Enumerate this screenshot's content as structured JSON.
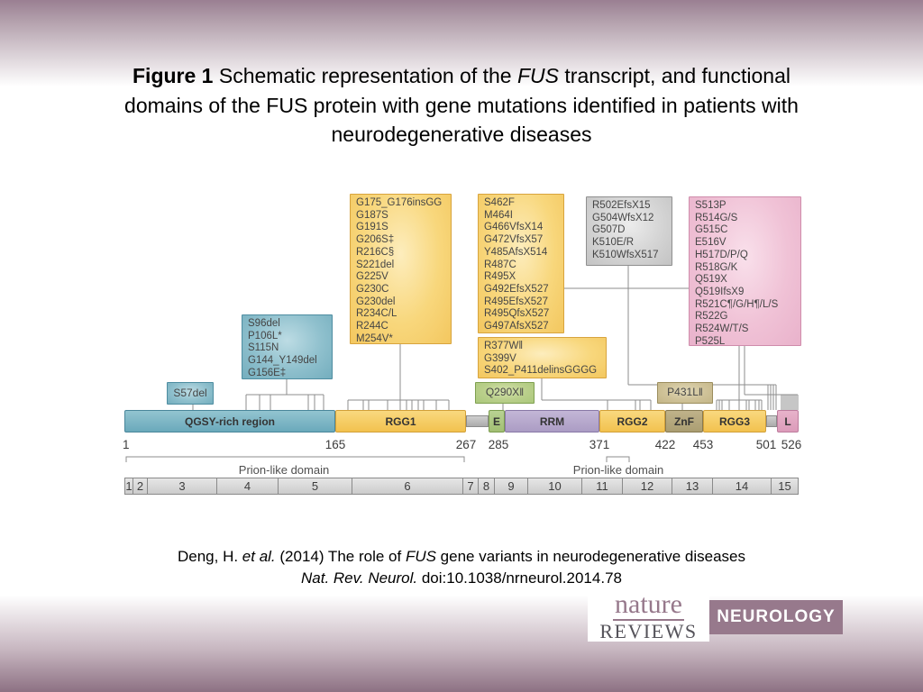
{
  "title": {
    "bold": "Figure 1",
    "t1": " Schematic representation of the ",
    "i1": "FUS",
    "t2": " transcript, and functional domains of the FUS protein with gene mutations identified in patients with neurodegenerative diseases"
  },
  "figure": {
    "callouts": {
      "s57": "S57del",
      "qgsy_box": [
        "S96del",
        "P106L*",
        "S115N",
        "G144_Y149del",
        "G156E‡"
      ],
      "rgg1_box": [
        "G175_G176insGG",
        "G187S",
        "G191S",
        "G206S‡",
        "R216C§",
        "S221del",
        "G225V",
        "G230C",
        "G230del",
        "R234C/L",
        "R244C",
        "M254V*"
      ],
      "rgg3_box": [
        "S462F",
        "M464I",
        "G466VfsX14",
        "G472VfsX57",
        "Y485AfsX514",
        "R487C",
        "R495X",
        "G492EfsX527",
        "R495EfsX527",
        "R495QfsX527",
        "G497AfsX527"
      ],
      "mid_box": [
        "R377W‖",
        "G399V",
        "S402_P411delinsGGGG"
      ],
      "q290": "Q290X‖",
      "gray_box": [
        "R502EfsX15",
        "G504WfsX12",
        "G507D",
        "K510E/R",
        "K510WfsX517"
      ],
      "p431": "P431L‖",
      "pink_box": [
        "S513P",
        "R514G/S",
        "G515C",
        "E516V",
        "H517D/P/Q",
        "R518G/K",
        "Q519X",
        "Q519IfsX9",
        "R521C¶/G/H¶/L/S",
        "R522G",
        "R524W/T/S",
        "P525L"
      ]
    },
    "domains": [
      "QGSY-rich region",
      "RGG1",
      "E",
      "RRM",
      "RGG2",
      "ZnF",
      "RGG3",
      "L"
    ],
    "positions": [
      "1",
      "165",
      "267",
      "285",
      "371",
      "422",
      "453",
      "501",
      "526"
    ],
    "prion_left": "Prion-like domain",
    "prion_right": "Prion-like domain",
    "exons": [
      "1",
      "2",
      "3",
      "4",
      "5",
      "6",
      "7",
      "8",
      "9",
      "10",
      "11",
      "12",
      "13",
      "14",
      "15"
    ]
  },
  "citation": {
    "t1": "Deng, H. ",
    "i1": "et al.",
    "t2": " (2014) The role of ",
    "i2": "FUS",
    "t3": " gene variants in neurodegenerative diseases",
    "i3": "Nat. Rev. Neurol.",
    "t4": " doi:10.1038/nrneurol.2014.78"
  },
  "logo": {
    "nature": "nature",
    "reviews": "REVIEWS",
    "journal": "NEUROLOGY"
  },
  "colors": {
    "slide_frame": "#9a7f92",
    "domain_yellow": "#f3c75f",
    "domain_teal": "#74aebe",
    "domain_purple": "#ab9cc4",
    "domain_green": "#abc87c",
    "domain_tan": "#c4b688",
    "domain_pink": "#e9b2cb",
    "callout_gray": "#c3c3c3",
    "logo_band": "#97798c"
  }
}
